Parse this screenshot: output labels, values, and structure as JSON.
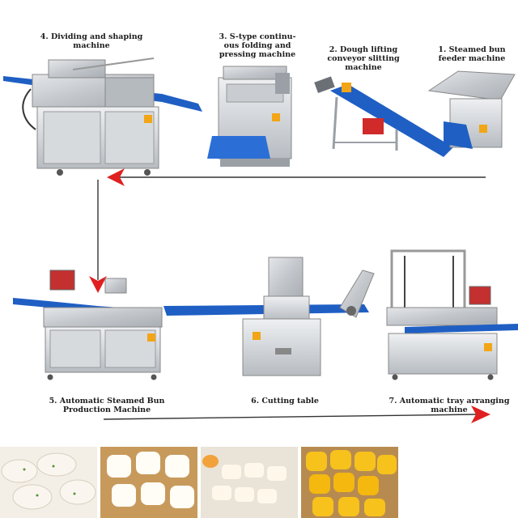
{
  "steps": {
    "s1": {
      "line1": "1. Steamed bun",
      "line2": "feeder machine"
    },
    "s2": {
      "line1": "2. Dough lifting",
      "line2": "conveyor slitting",
      "line3": "machine"
    },
    "s3": {
      "line1": "3. S-type continu-",
      "line2": "ous folding and",
      "line3": "pressing machine"
    },
    "s4": {
      "line1": "4. Dividing and shaping",
      "line2": "machine"
    },
    "s5": {
      "line1": "5. Automatic Steamed Bun",
      "line2": "Production Machine"
    },
    "s6": {
      "line1": "6. Cutting table"
    },
    "s7": {
      "line1": "7. Automatic tray arranging",
      "line2": "machine"
    }
  },
  "colors": {
    "steel": "#c9ccd0",
    "steel_dark": "#8f949a",
    "belt_blue": "#1f5fc4",
    "arrow_red": "#e02020",
    "logo_orange": "#f2a516"
  }
}
